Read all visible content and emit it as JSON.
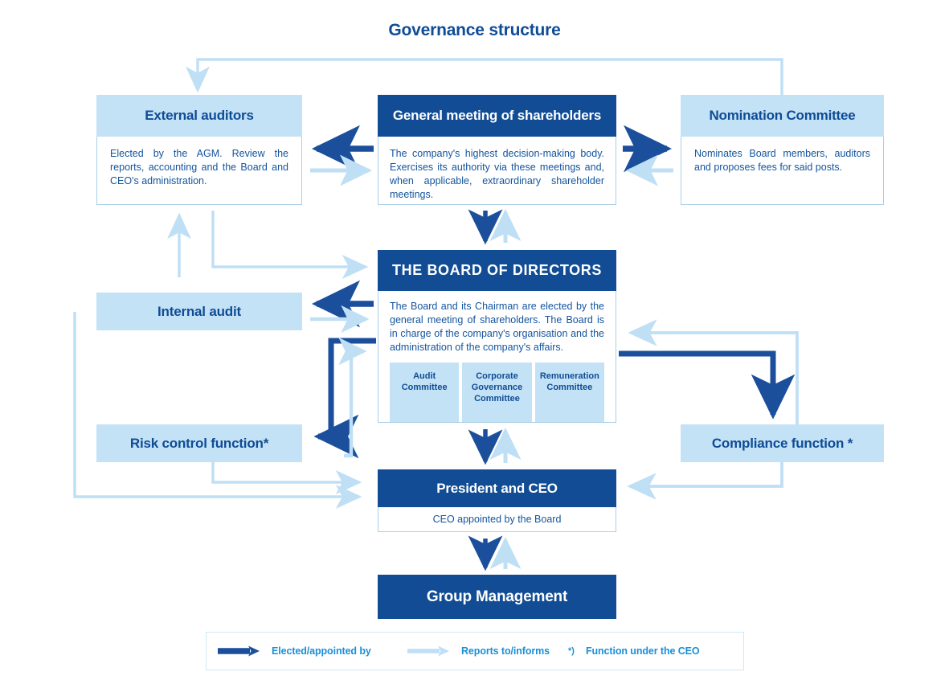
{
  "title": "Governance structure",
  "colors": {
    "dark_blue": "#114c94",
    "light_blue": "#c4e2f5",
    "text_blue": "#13549e",
    "legend_blue": "#1b8fd6",
    "arrow_dark": "#1b4f9c",
    "arrow_light": "#bfdff5"
  },
  "nodes": {
    "external_auditors": {
      "title": "External auditors",
      "body": "Elected by the AGM. Review the reports, accounting and the Board and CEO's administration."
    },
    "general_meeting": {
      "title": "General meeting of shareholders",
      "body": "The company's highest decision-making body. Exercises its authority via these meetings and, when applicable, extraordinary shareholder meetings."
    },
    "nomination_committee": {
      "title": "Nomination Committee",
      "body": "Nominates Board members, auditors and proposes fees for said posts."
    },
    "board": {
      "title": "THE BOARD OF DIRECTORS",
      "body": "The Board and its Chairman are elected by the general meeting of shareholders. The Board is in charge of the company's organisation and the administration of the company's affairs.",
      "committees": [
        "Audit Committee",
        "Corporate Governance Committee",
        "Remuneration Committee"
      ]
    },
    "internal_audit": {
      "title": "Internal audit"
    },
    "risk_control": {
      "title": "Risk control function*"
    },
    "compliance": {
      "title": "Compliance function *"
    },
    "president_ceo": {
      "title": "President and CEO",
      "body": "CEO appointed by the Board"
    },
    "group_management": {
      "title": "Group Management"
    }
  },
  "legend": {
    "elected": "Elected/appointed by",
    "reports": "Reports to/informs",
    "footnote_marker": "*)",
    "footnote": "Function under the CEO"
  }
}
